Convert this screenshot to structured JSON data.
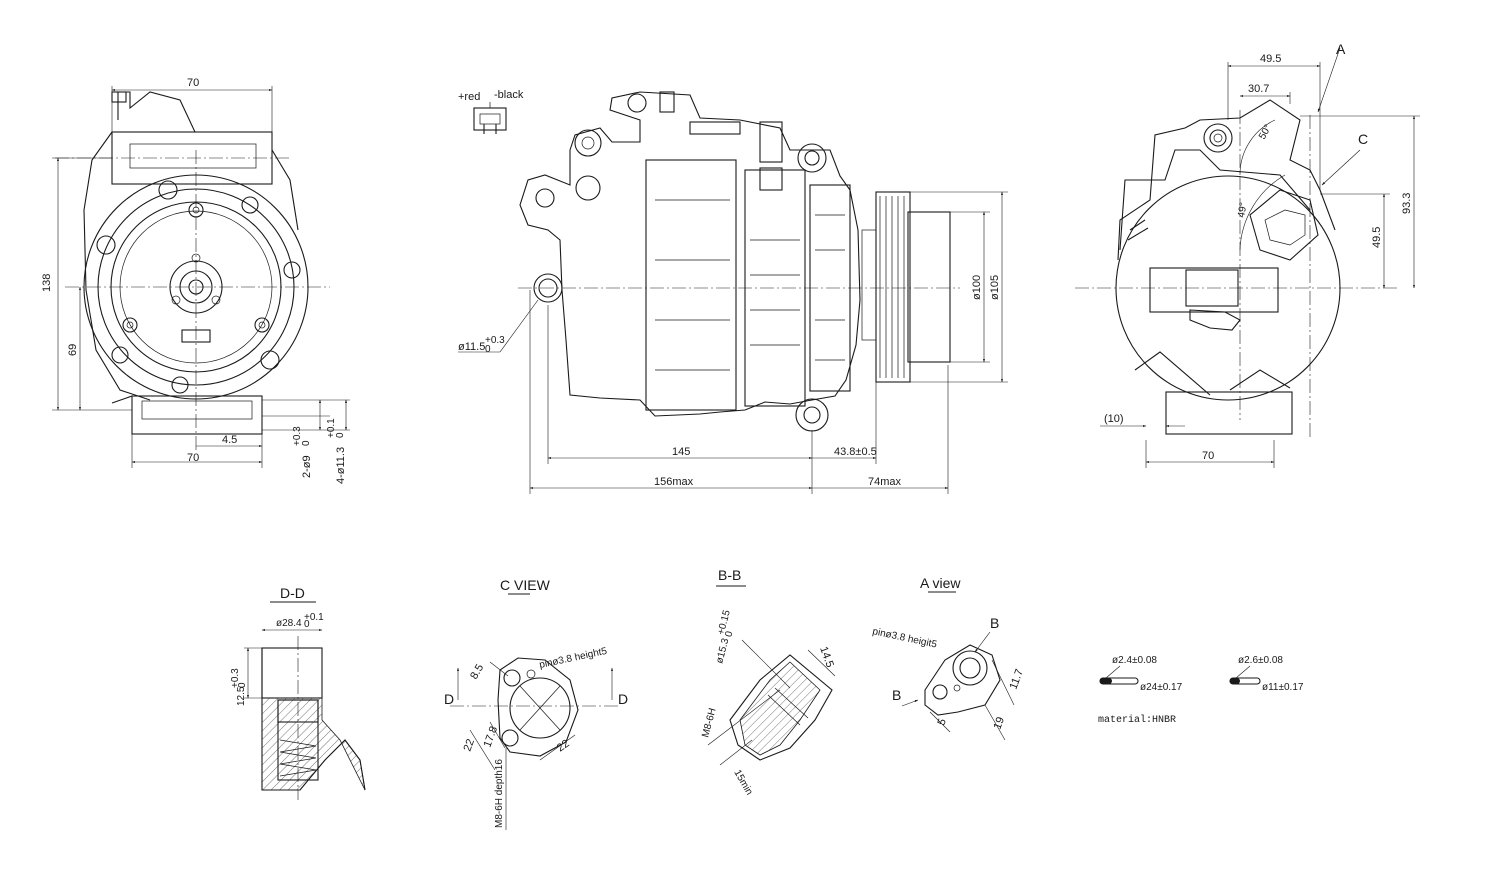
{
  "wire": {
    "red": "+red",
    "black": "-black"
  },
  "front": {
    "w_top": "70",
    "h_total": "138",
    "h_center": "69",
    "off": "4.5",
    "w_base": "70",
    "holes_a": "2-ø9",
    "tol_a": "+0.3",
    "tol_a0": "0",
    "holes_b": "4-ø11.3",
    "tol_b": "+0.1",
    "tol_b0": "0"
  },
  "side": {
    "bore": "ø11.5",
    "bore_tol": "+0.3",
    "bore_tol0": "0",
    "len_body": "145",
    "len_pulley": "43.8±0.5",
    "len_max": "156max",
    "len_front_max": "74max",
    "d_pulley": "ø100",
    "d_outer": "ø105"
  },
  "rear": {
    "w1": "49.5",
    "w2": "30.7",
    "ang": "50°",
    "ang2": "49°",
    "h1": "93.3",
    "h2": "49.5",
    "gap": "(10)",
    "w_base": "70",
    "view_a": "A",
    "view_c": "C"
  },
  "dd": {
    "title": "D-D",
    "dia": "ø28.4",
    "dia_tol": "+0.1",
    "dia_tol0": "0",
    "h": "12.5",
    "h_tol": "+0.3",
    "h_tol0": "0"
  },
  "cview": {
    "title": "C VIEW",
    "d1": "8.5",
    "pin": "pinø3.8 height5",
    "d2": "22",
    "d3": "17.8",
    "d4": "22",
    "thread": "M8-6H depth16",
    "sec_l": "D",
    "sec_r": "D"
  },
  "bb": {
    "title": "B-B",
    "dia": "ø15.3",
    "dia_tol": "+0.15",
    "dia_tol0": "0",
    "t": "14.5",
    "thread": "M8-6H",
    "depth": "15min"
  },
  "aview": {
    "title": "A view",
    "pin": "pinø3.8 heigit5",
    "d1": "11.7",
    "d2": "5",
    "d3": "19",
    "sec_t": "B",
    "sec_l": "B"
  },
  "oring": {
    "r1_cs": "ø2.4±0.08",
    "r1_id": "ø24±0.17",
    "r2_cs": "ø2.6±0.08",
    "r2_id": "ø11±0.17",
    "material": "material:HNBR"
  }
}
